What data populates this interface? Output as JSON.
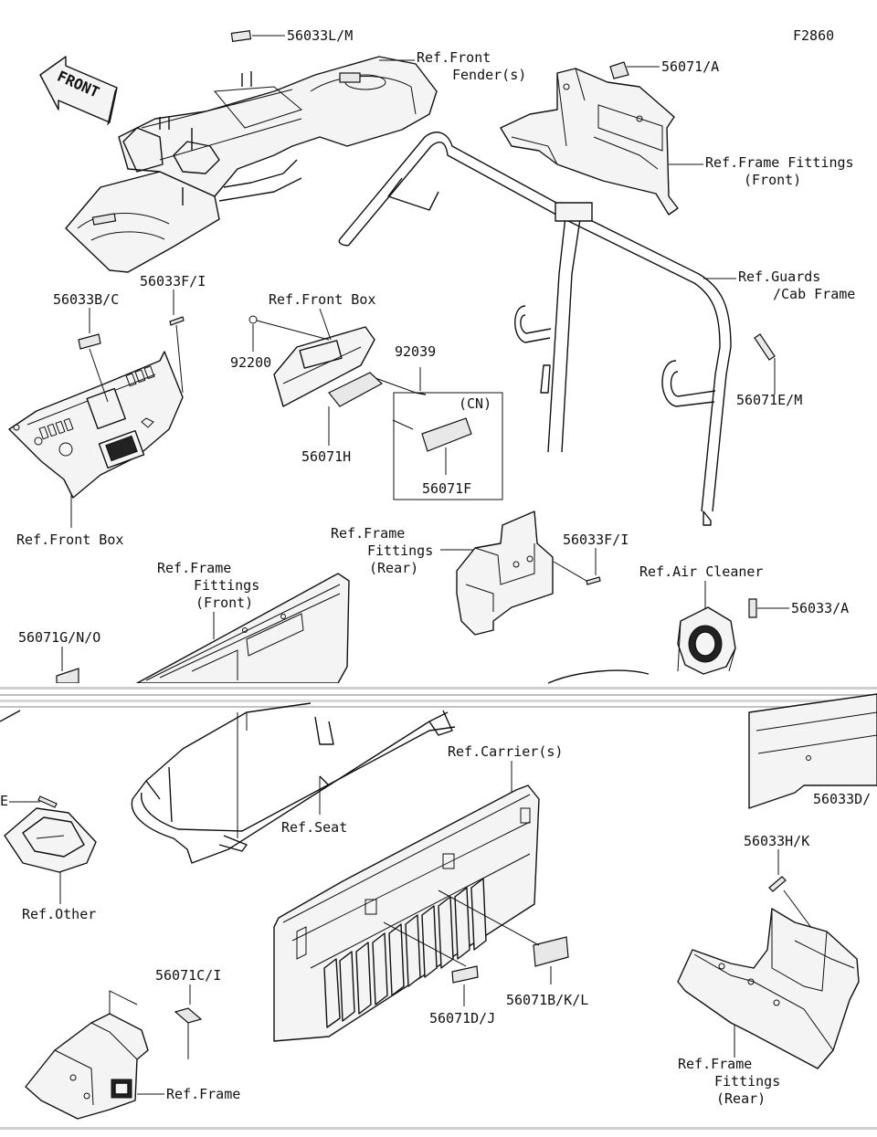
{
  "figure_id": "F2860",
  "front_arrow_text": "FRONT",
  "labels": {
    "l_56033LM": "56033L/M",
    "l_ref_front_fender_1": "Ref.Front",
    "l_ref_front_fender_2": "Fender(s)",
    "l_56071A": "56071/A",
    "l_ref_frame_fittings_front_top_1": "Ref.Frame Fittings",
    "l_ref_frame_fittings_front_top_2": "(Front)",
    "l_56033BC": "56033B/C",
    "l_56033FI_top": "56033F/I",
    "l_ref_front_box_mid": "Ref.Front Box",
    "l_92200": "92200",
    "l_92039": "92039",
    "l_CN": "(CN)",
    "l_56071H": "56071H",
    "l_56071F": "56071F",
    "l_ref_guards_1": "Ref.Guards",
    "l_ref_guards_2": "/Cab Frame",
    "l_56071EM": "56071E/M",
    "l_ref_front_box_left": "Ref.Front Box",
    "l_ref_frame_fittings_rear_mid_1": "Ref.Frame",
    "l_ref_frame_fittings_rear_mid_2": "Fittings",
    "l_ref_frame_fittings_rear_mid_3": "(Rear)",
    "l_56033FI_mid": "56033F/I",
    "l_ref_air_cleaner": "Ref.Air Cleaner",
    "l_56033A": "56033/A",
    "l_ref_frame_fittings_front_mid_1": "Ref.Frame",
    "l_ref_frame_fittings_front_mid_2": "Fittings",
    "l_ref_frame_fittings_front_mid_3": "(Front)",
    "l_56071GNO": "56071G/N/O",
    "l_ref_carriers": "Ref.Carrier(s)",
    "l_ref_seat": "Ref.Seat",
    "l_56033D_partial": "56033D/",
    "l_E_partial": "E",
    "l_ref_other": "Ref.Other",
    "l_56033HK": "56033H/K",
    "l_56071CI": "56071C/I",
    "l_56071DJ": "56071D/J",
    "l_56071BKL": "56071B/K/L",
    "l_ref_frame_bottom": "Ref.Frame",
    "l_ref_frame_fittings_rear_bottom_1": "Ref.Frame",
    "l_ref_frame_fittings_rear_bottom_2": "Fittings",
    "l_ref_frame_fittings_rear_bottom_3": "(Rear)"
  }
}
